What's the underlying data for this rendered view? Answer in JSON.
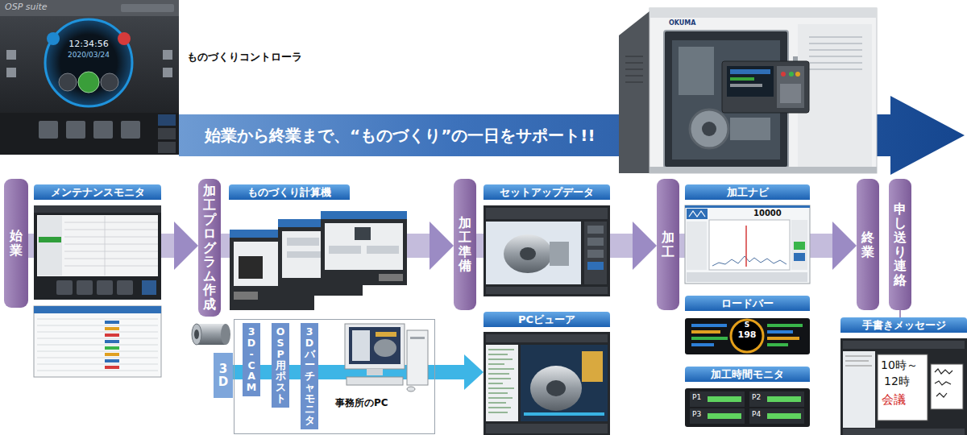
{
  "diagram": {
    "nodes": [
      {
        "text": [
          "始業から終業まで、“ものづくり”の一日をサポート!!"
        ]
      },
      {
        "text": [
          "始業"
        ]
      },
      {
        "text": [
          "メンテナンスモニタ"
        ]
      },
      {
        "text": [
          "加工プログラム作成"
        ]
      },
      {
        "text": [
          "ものづくり計算機"
        ]
      },
      {
        "text": [
          "3D"
        ]
      },
      {
        "text": [
          "事務所のPC"
        ]
      },
      {
        "text": [
          "3D-CAM"
        ],
        "in": 6
      },
      {
        "text": [
          "OSP用ポスト"
        ],
        "in": 6
      },
      {
        "text": [
          "3Dバーチャモニタ"
        ],
        "in": 6
      },
      {
        "text": [
          "加工準備"
        ]
      },
      {
        "text": [
          "セットアップデータ"
        ]
      },
      {
        "text": [
          "PCビューア"
        ]
      },
      {
        "text": [
          "加工"
        ]
      },
      {
        "text": [
          "加工ナビ"
        ]
      },
      {
        "text": [
          "ロードバー"
        ]
      },
      {
        "text": [
          "加工時間モニタ"
        ]
      },
      {
        "text": [
          "終業"
        ]
      },
      {
        "text": [
          "申し送り・連絡"
        ]
      },
      {
        "text": [
          "手書きメッセージ"
        ]
      }
    ],
    "edges": [
      {
        "from": 1,
        "to": 3,
        "arrow": "to"
      },
      {
        "from": 3,
        "to": 10,
        "arrow": "to"
      },
      {
        "from": 10,
        "to": 13,
        "arrow": "to"
      },
      {
        "from": 13,
        "to": 17,
        "arrow": "to"
      },
      {
        "from": 5,
        "to": 12,
        "arrow": "to"
      },
      {
        "from": 18,
        "to": 19,
        "arrow": "none"
      }
    ],
    "labels": [
      "ものづくりコントローラ",
      "OSP suite",
      "12:34:56",
      "2020/03/24",
      "OKUMA",
      "10000",
      "S",
      "198",
      "P1",
      "P2",
      "P3",
      "P4",
      "10時～",
      "12時",
      "会議"
    ]
  }
}
